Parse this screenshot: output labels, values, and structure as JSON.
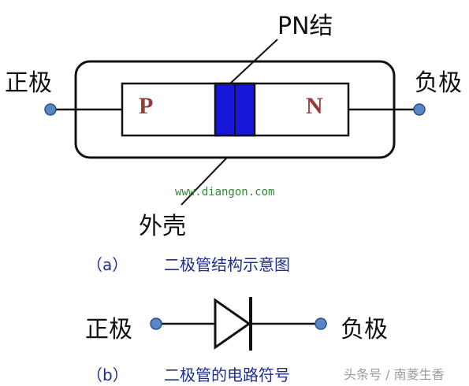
{
  "structure_diagram": {
    "pn_junction_label": "PN结",
    "anode_label": "正极",
    "cathode_label": "负极",
    "p_region_label": "P",
    "n_region_label": "N",
    "shell_label": "外壳",
    "website": "www.diangon.com",
    "caption_tag": "（a）",
    "caption_text": "二极管结构示意图"
  },
  "symbol_diagram": {
    "anode_label": "正极",
    "cathode_label": "负极",
    "caption_tag": "（b）",
    "caption_text": "二极管的电路符号"
  },
  "watermark": "头条号 / 南菱生香",
  "colors": {
    "junction": "#1717d9",
    "terminal": "#5b86c5",
    "region_text": "#9a3b3b",
    "caption": "#1d2f8a",
    "url": "#2f8a2f"
  }
}
